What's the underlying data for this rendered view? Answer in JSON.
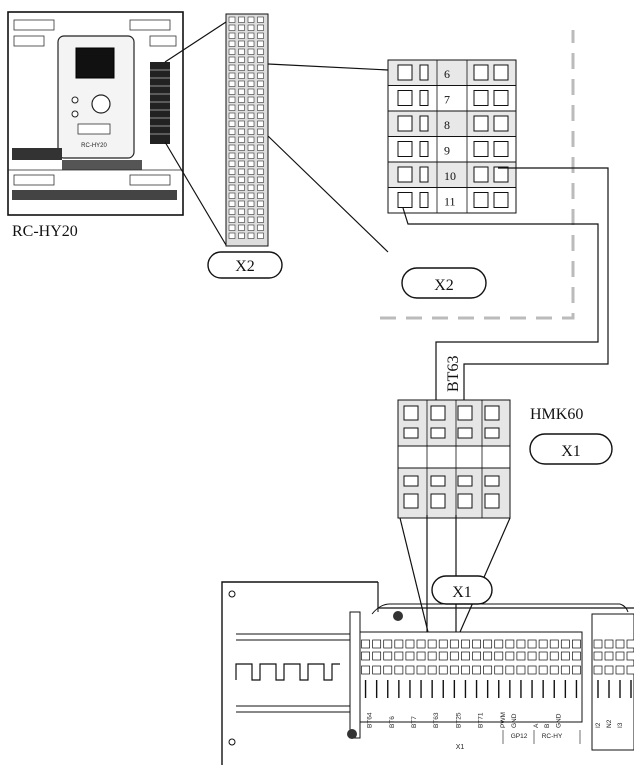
{
  "labels": {
    "device": "RC-HY20",
    "device_panel": "RC-HY20",
    "x2_small": "X2",
    "x2_large": "X2",
    "sensor": "BT63",
    "module": "HMK60",
    "x1_module": "X1",
    "x1_strip": "X1",
    "x1_bottom": "X1"
  },
  "x2_rows": [
    "6",
    "7",
    "8",
    "9",
    "10",
    "11"
  ],
  "x1_terminals": [
    "BT64",
    "BT6",
    "BT7",
    "BT63",
    "BT25",
    "BT71",
    "PWM",
    "GND",
    "A",
    "B",
    "GND"
  ],
  "x1_groups": [
    "GP12",
    "RC-HY"
  ],
  "x1_right": [
    "I2",
    "N2",
    "I3"
  ]
}
